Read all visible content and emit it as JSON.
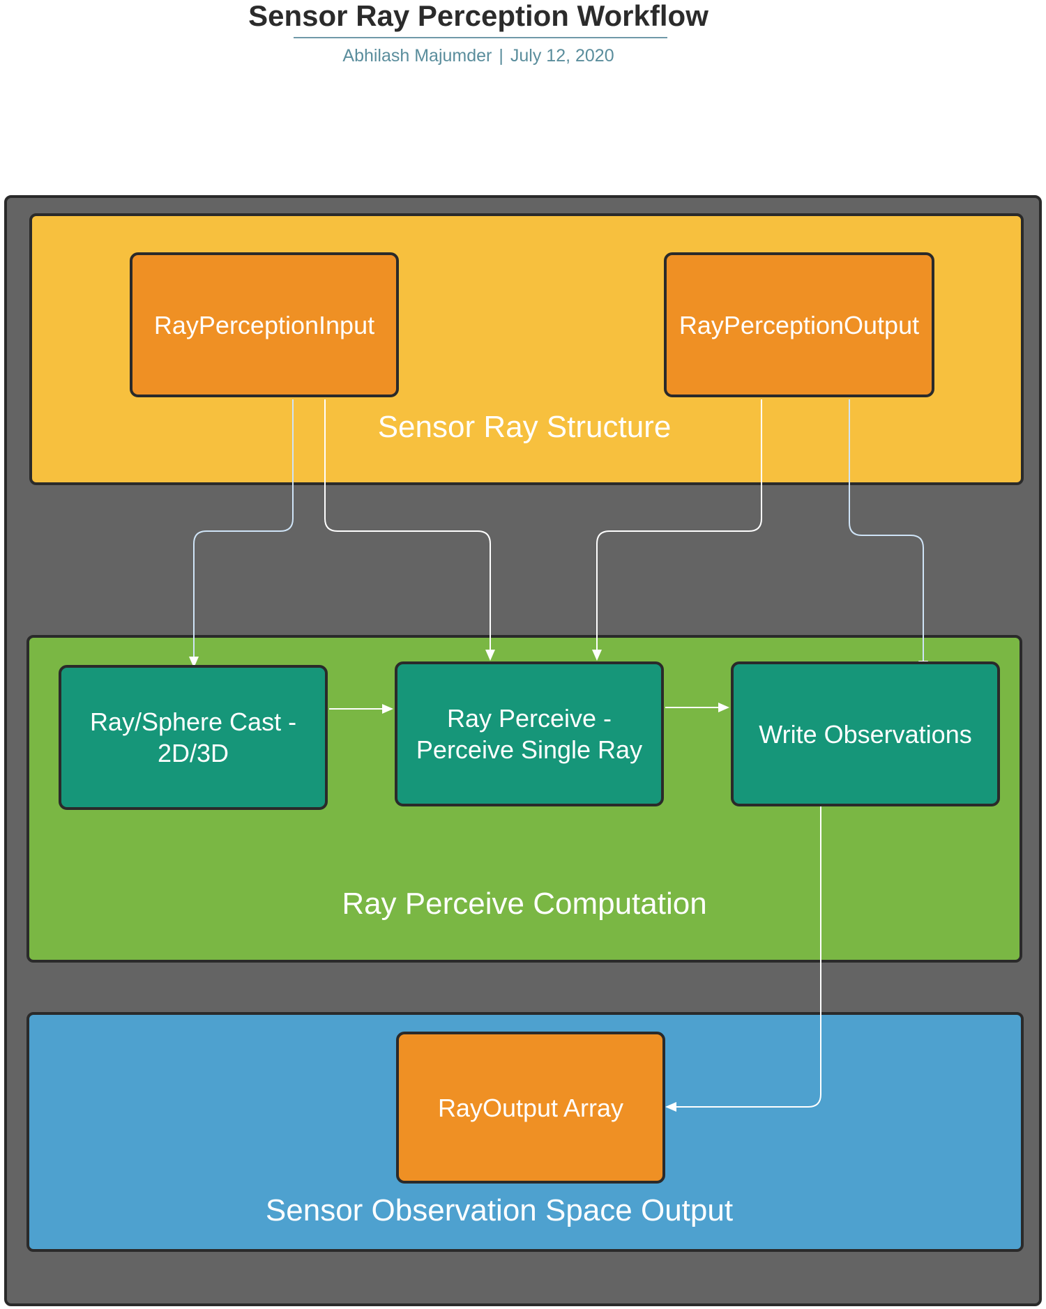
{
  "header": {
    "title": "Sensor Ray Perception Workflow",
    "author": "Abhilash Majumder",
    "separator": "|",
    "date": "July 12, 2020"
  },
  "groups": {
    "structure": "Sensor Ray Structure",
    "computation": "Ray Perceive Computation",
    "output": "Sensor Observation Space Output"
  },
  "nodes": {
    "input": "RayPerceptionInput",
    "output": "RayPerceptionOutput",
    "cast": "Ray/Sphere Cast - 2D/3D",
    "perceive": "Ray Perceive - Perceive Single Ray",
    "write": "Write Observations",
    "array": "RayOutput Array"
  },
  "colors": {
    "canvas": "#646464",
    "structure": "#f7c03e",
    "computation": "#7ab744",
    "output": "#4ea1cf",
    "data_node": "#ef9024",
    "process_node": "#169679",
    "edge": "#ffffff"
  },
  "edges": [
    {
      "from": "input",
      "to": "cast"
    },
    {
      "from": "input",
      "to": "perceive"
    },
    {
      "from": "output",
      "to": "perceive"
    },
    {
      "from": "output",
      "to": "write"
    },
    {
      "from": "cast",
      "to": "perceive"
    },
    {
      "from": "perceive",
      "to": "write"
    },
    {
      "from": "write",
      "to": "array"
    }
  ]
}
